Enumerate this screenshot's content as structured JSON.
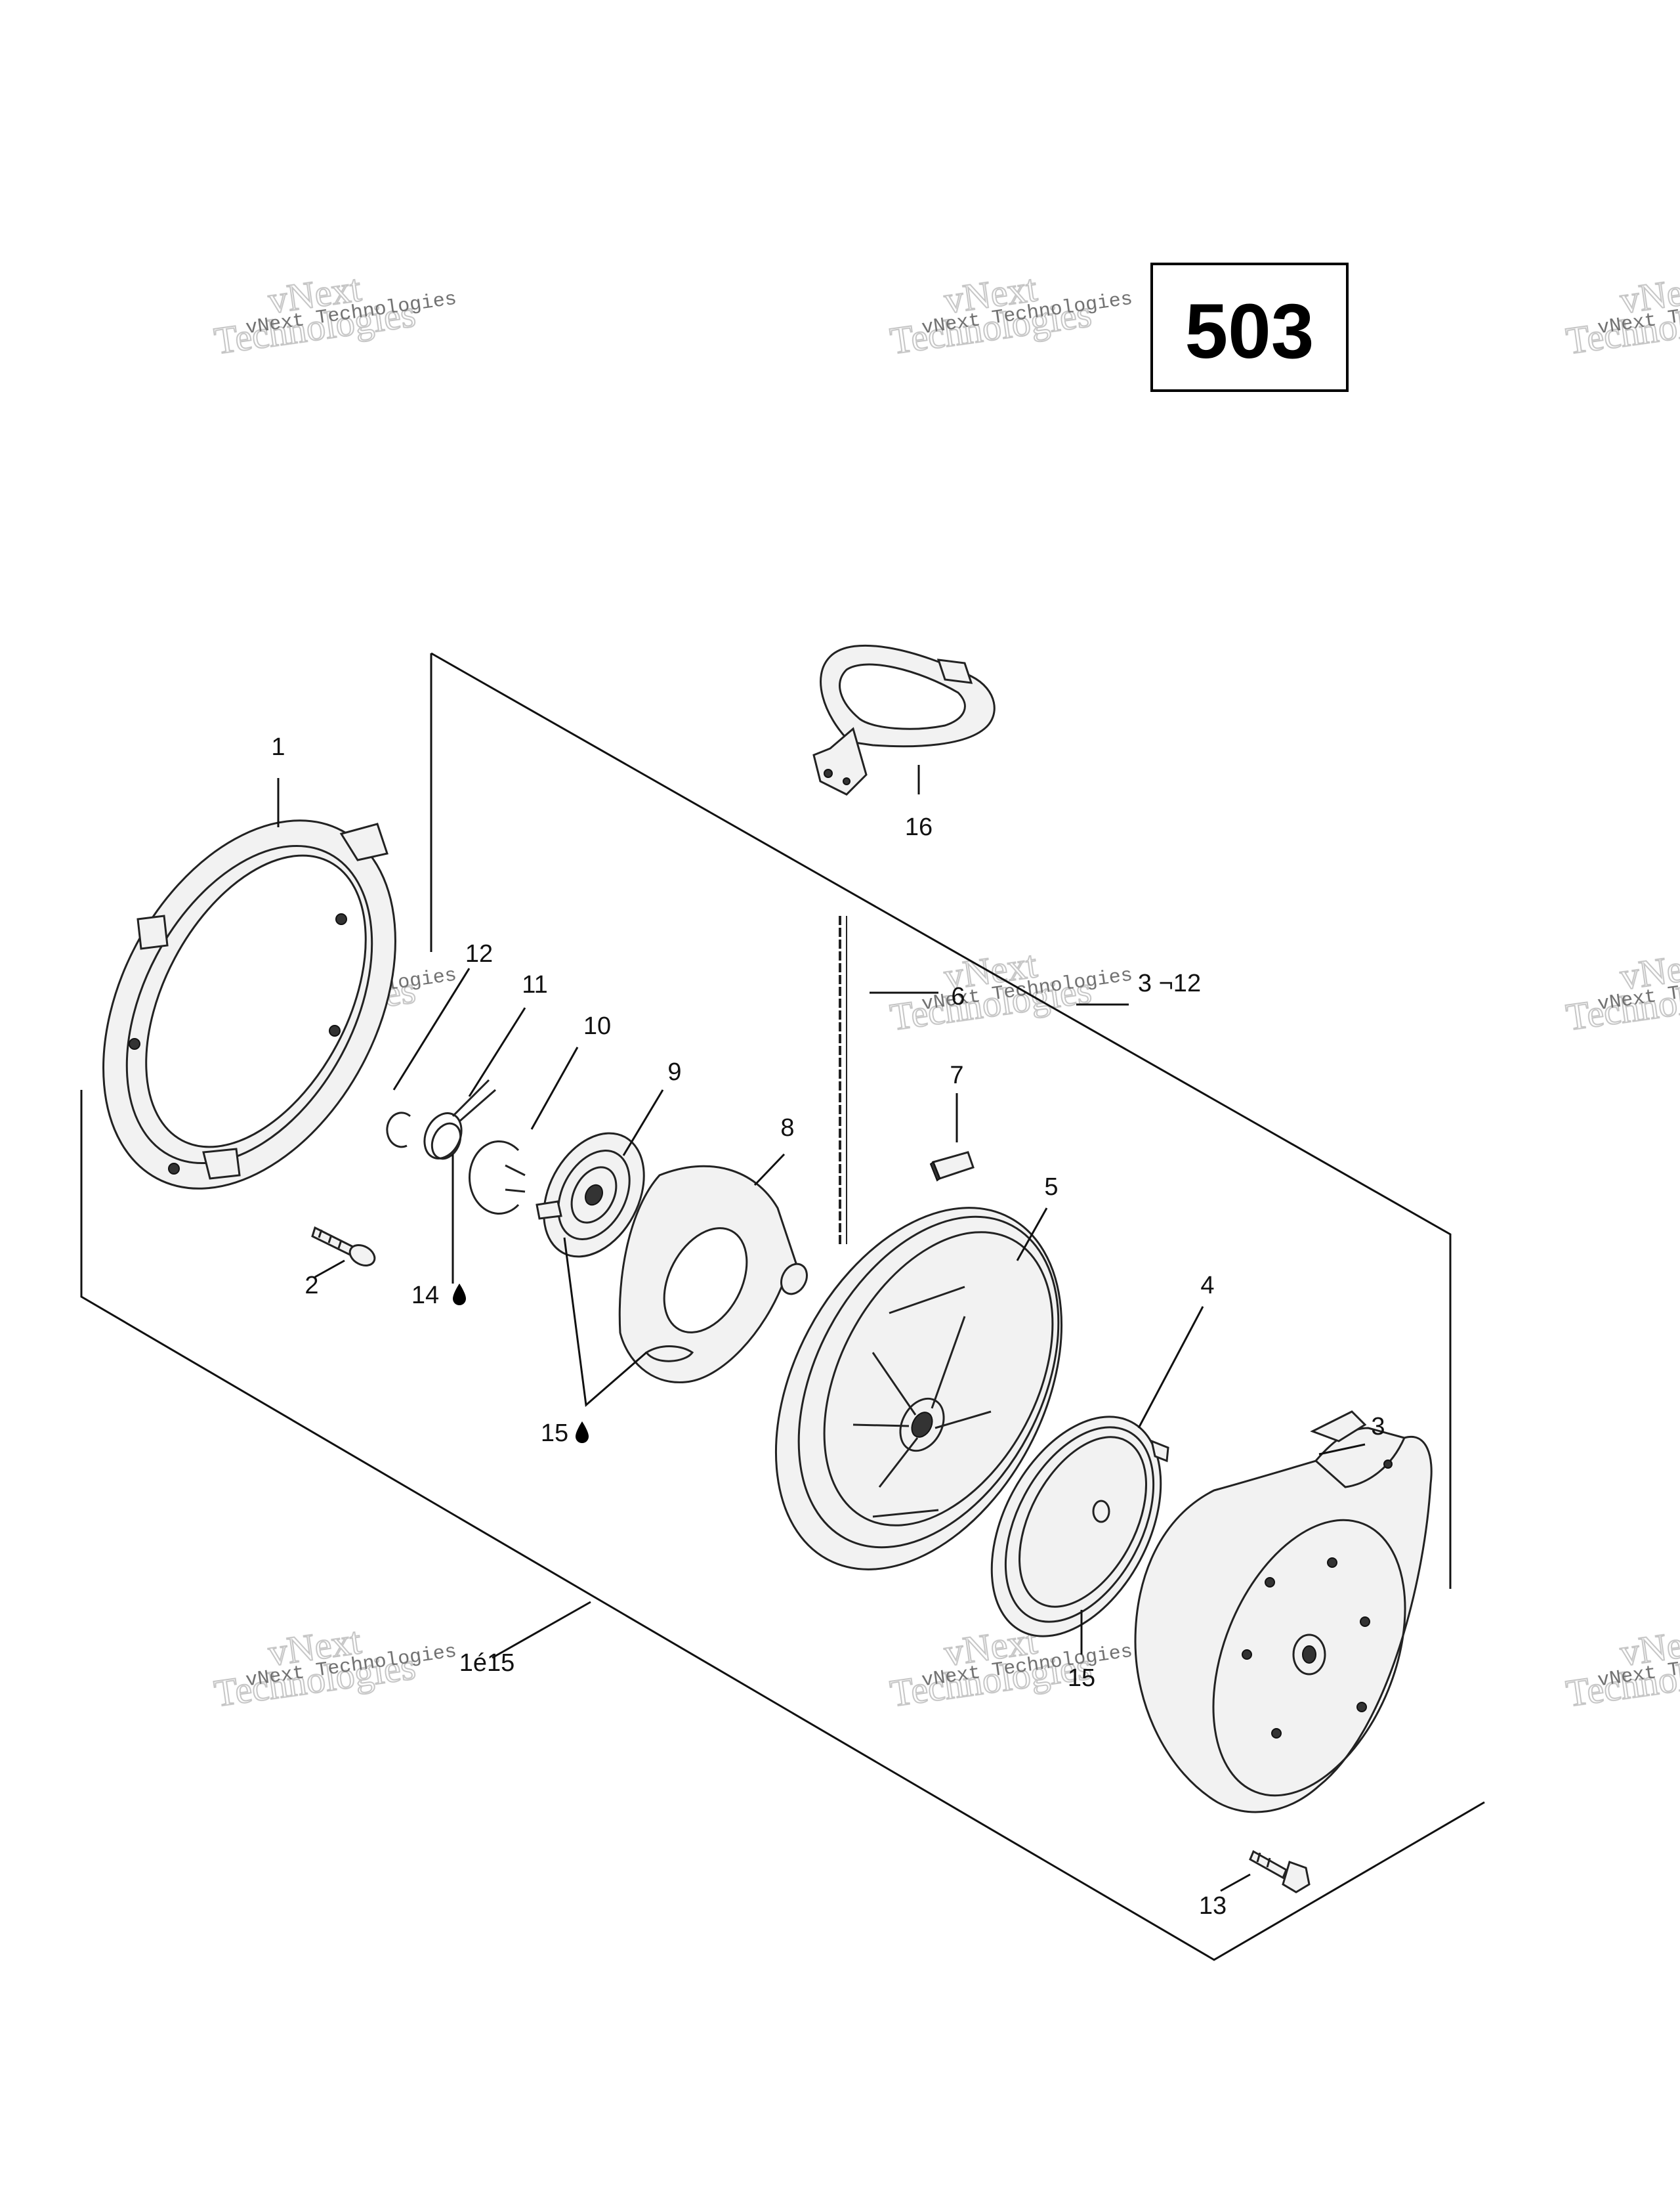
{
  "page_number": "503",
  "watermark": {
    "line1": "vNext Technologies",
    "line2": "vNext",
    "line3": "Technologies"
  },
  "callouts": {
    "c1": "1",
    "c2": "2",
    "c3": "3",
    "c4": "4",
    "c5": "5",
    "c6": "6",
    "c7": "7",
    "c8": "8",
    "c9": "9",
    "c10": "10",
    "c11": "11",
    "c12": "12",
    "c13": "13",
    "c14": "14",
    "c15": "15",
    "c15b": "15",
    "c16": "16",
    "range_3_12": "3 ¬12",
    "range_1_15": "1é15"
  }
}
